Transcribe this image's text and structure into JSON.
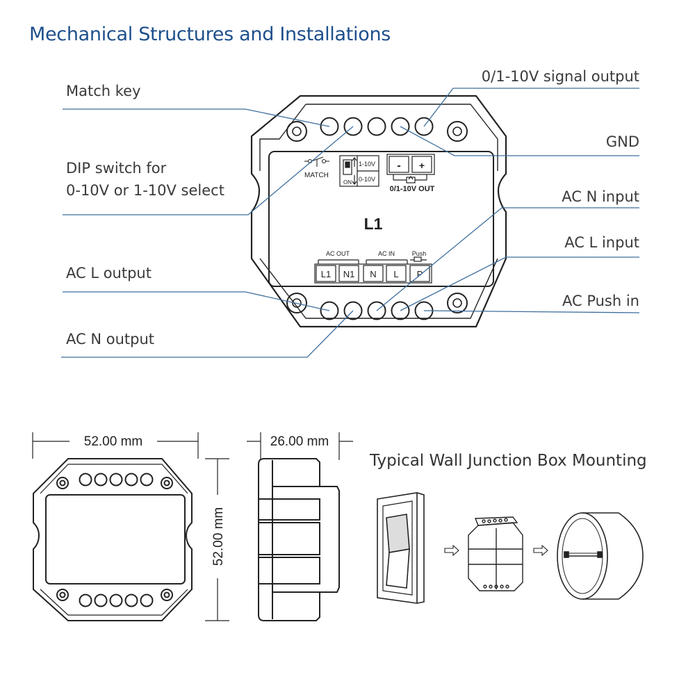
{
  "title": "Mechanical Structures and Installations",
  "callouts": {
    "match_key": "Match key",
    "dip_switch_line1": "DIP switch for",
    "dip_switch_line2": "0-10V or 1-10V select",
    "ac_l_output": "AC L output",
    "ac_n_output": "AC N output",
    "signal_output": "0/1-10V signal output",
    "gnd": "GND",
    "ac_n_input": "AC N input",
    "ac_l_input": "AC L input",
    "ac_push_in": "AC Push in"
  },
  "device_labels": {
    "match": "MATCH",
    "dip_1_10v": "1-10V",
    "dip_0_10v": "0-10V",
    "dip_on": "ON",
    "minus": "-",
    "plus": "+",
    "out_label": "0/1-10V OUT",
    "model": "L1",
    "ac_out": "AC OUT",
    "ac_in": "AC IN",
    "push": "Push",
    "terminals": [
      "L1",
      "N1",
      "N",
      "L",
      "P"
    ]
  },
  "dimensions": {
    "width": "52.00 mm",
    "height": "52.00 mm",
    "depth": "26.00 mm"
  },
  "mounting_title": "Typical Wall Junction Box Mounting",
  "colors": {
    "title": "#1e4f8c",
    "leader_line": "#3d6e9e",
    "outline": "#222222"
  }
}
